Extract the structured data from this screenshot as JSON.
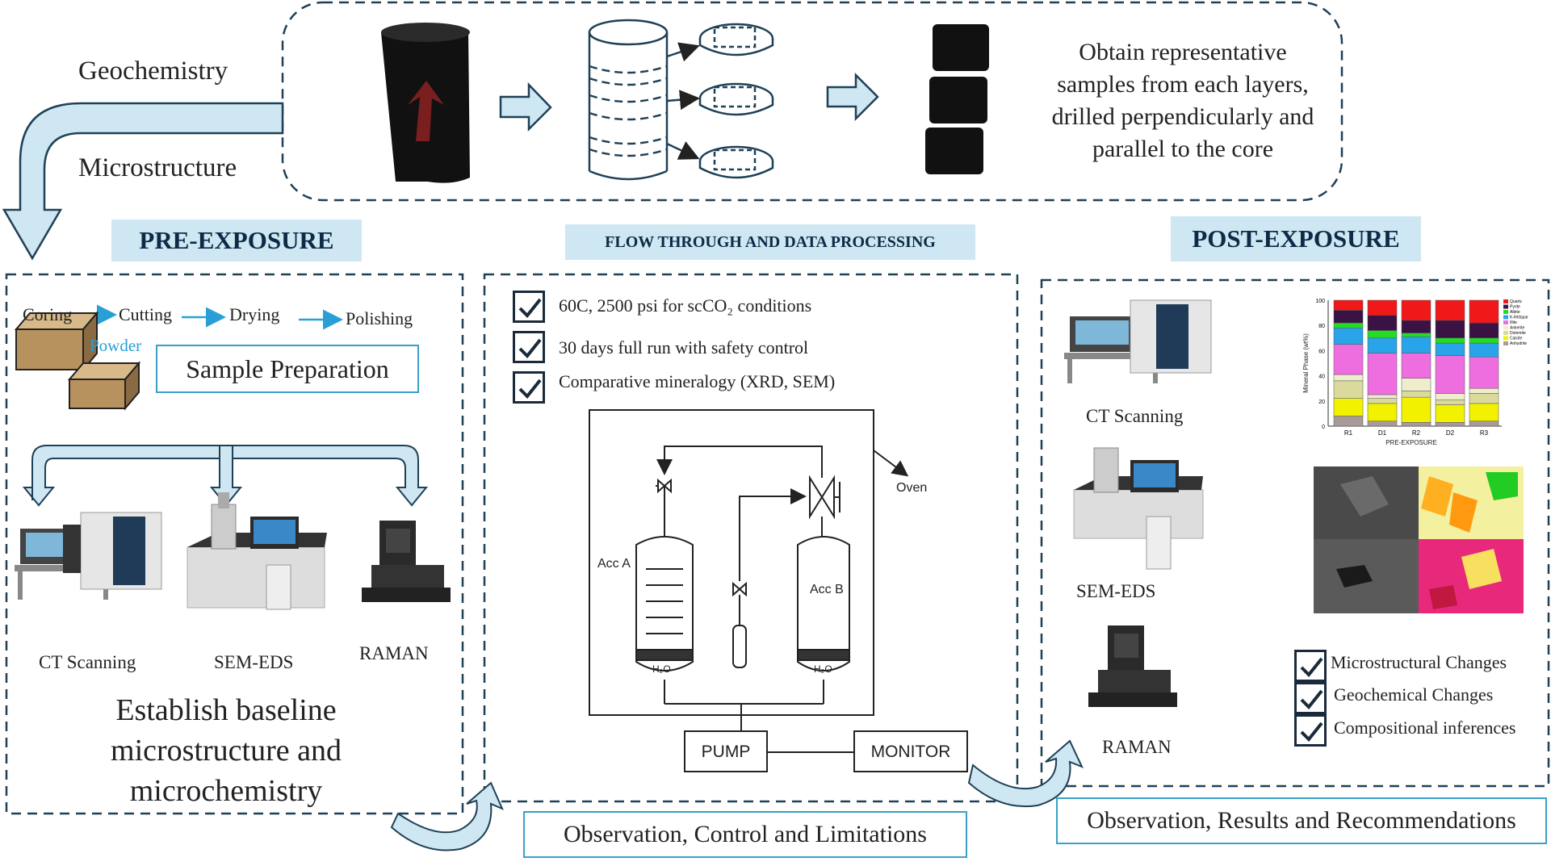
{
  "top": {
    "geochemistry": "Geochemistry",
    "microstructure": "Microstructure",
    "obtain_text": [
      "Obtain representative",
      "samples from each layers,",
      "drilled perpendicularly and",
      "parallel to the core"
    ]
  },
  "pre": {
    "title": "PRE-EXPOSURE",
    "steps": [
      "Coring",
      "Cutting",
      "Drying",
      "Polishing"
    ],
    "powder": "Powder",
    "sample_prep": "Sample Preparation",
    "instruments": [
      "CT Scanning",
      "SEM-EDS",
      "RAMAN"
    ],
    "baseline": [
      "Establish baseline",
      "microstructure and",
      "microchemistry"
    ]
  },
  "flow": {
    "title": "FLOW THROUGH AND DATA PROCESSING",
    "checks": [
      "60C, 2500 psi for scCO₂ conditions",
      "30 days full run with safety control",
      "Comparative mineralogy (XRD, SEM)"
    ],
    "oven": "Oven",
    "acc_a": "Acc A",
    "acc_b": "Acc B",
    "h2o": "H₂O",
    "pump": "PUMP",
    "monitor": "MONITOR",
    "observation": "Observation, Control and Limitations"
  },
  "post": {
    "title": "POST-EXPOSURE",
    "instruments": [
      "CT Scanning",
      "SEM-EDS",
      "RAMAN"
    ],
    "checks": [
      "Microstructural Changes",
      "Geochemical Changes",
      "Compositional inferences"
    ],
    "observation": "Observation, Results and Recommendations"
  },
  "chart_data": {
    "type": "bar",
    "stacked": true,
    "categories": [
      "R1",
      "D1",
      "R2",
      "D2",
      "R3"
    ],
    "xlabel": "PRE-EXPOSURE",
    "ylabel": "Mineral Phase (wt%)",
    "ylim": [
      0,
      100
    ],
    "yticks": [
      0,
      20,
      40,
      60,
      80,
      100
    ],
    "series": [
      {
        "name": "Anhydrite",
        "color": "#a89a9a",
        "values": [
          8,
          4,
          3,
          3,
          4
        ]
      },
      {
        "name": "Calcite",
        "color": "#f2f200",
        "values": [
          14,
          14,
          20,
          14,
          14
        ]
      },
      {
        "name": "Dolomite",
        "color": "#dada9c",
        "values": [
          14,
          4,
          5,
          4,
          8
        ]
      },
      {
        "name": "Ankerite",
        "color": "#eeeecc",
        "values": [
          5,
          3,
          10,
          5,
          4
        ]
      },
      {
        "name": "Illite",
        "color": "#ee6ee0",
        "values": [
          24,
          33,
          20,
          30,
          25
        ]
      },
      {
        "name": "K-feldspar",
        "color": "#2aa4e8",
        "values": [
          13,
          12,
          13,
          10,
          11
        ]
      },
      {
        "name": "Albite",
        "color": "#24dc24",
        "values": [
          4,
          6,
          3,
          4,
          4
        ]
      },
      {
        "name": "Pyrite",
        "color": "#3a1244",
        "values": [
          10,
          12,
          10,
          14,
          12
        ]
      },
      {
        "name": "Quartz",
        "color": "#f01818",
        "values": [
          8,
          12,
          16,
          16,
          18
        ]
      }
    ]
  }
}
